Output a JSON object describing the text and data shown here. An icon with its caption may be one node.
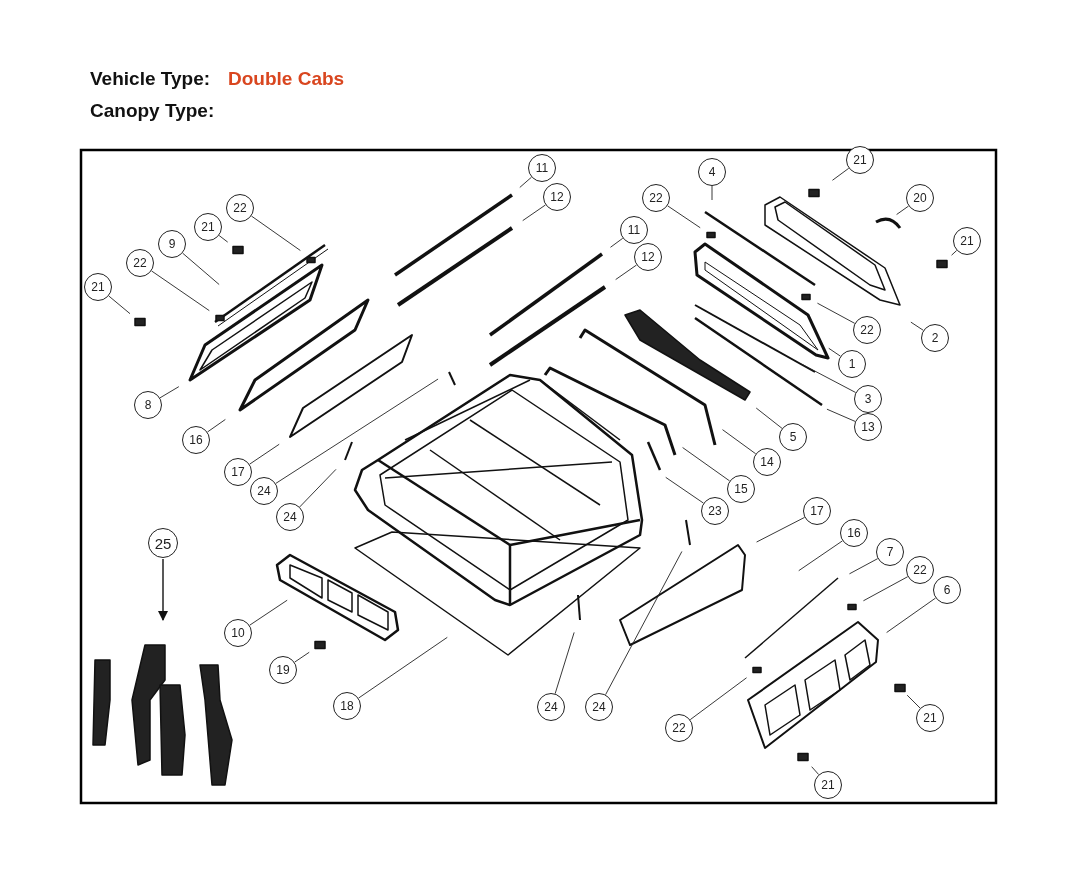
{
  "diagram": {
    "nodes": [
      {
        "text": [
          "11"
        ]
      },
      {
        "text": [
          "12"
        ]
      },
      {
        "text": [
          "4"
        ]
      },
      {
        "text": [
          "21"
        ]
      },
      {
        "text": [
          "22"
        ]
      },
      {
        "text": [
          "20"
        ]
      },
      {
        "text": [
          "22"
        ]
      },
      {
        "text": [
          "21"
        ]
      },
      {
        "text": [
          "11"
        ]
      },
      {
        "text": [
          "9"
        ]
      },
      {
        "text": [
          "21"
        ]
      },
      {
        "text": [
          "12"
        ]
      },
      {
        "text": [
          "22"
        ]
      },
      {
        "text": [
          "21"
        ]
      },
      {
        "text": [
          "22"
        ]
      },
      {
        "text": [
          "2"
        ]
      },
      {
        "text": [
          "1"
        ]
      },
      {
        "text": [
          "3"
        ]
      },
      {
        "text": [
          "8"
        ]
      },
      {
        "text": [
          "13"
        ]
      },
      {
        "text": [
          "5"
        ]
      },
      {
        "text": [
          "16"
        ]
      },
      {
        "text": [
          "14"
        ]
      },
      {
        "text": [
          "17"
        ]
      },
      {
        "text": [
          "15"
        ]
      },
      {
        "text": [
          "24"
        ]
      },
      {
        "text": [
          "24"
        ]
      },
      {
        "text": [
          "23"
        ]
      },
      {
        "text": [
          "17"
        ]
      },
      {
        "text": [
          "16"
        ]
      },
      {
        "text": [
          "25"
        ]
      },
      {
        "text": [
          "7"
        ]
      },
      {
        "text": [
          "22"
        ]
      },
      {
        "text": [
          "6"
        ]
      },
      {
        "text": [
          "10"
        ]
      },
      {
        "text": [
          "19"
        ]
      },
      {
        "text": [
          "18"
        ]
      },
      {
        "text": [
          "24"
        ]
      },
      {
        "text": [
          "24"
        ]
      },
      {
        "text": [
          "21"
        ]
      },
      {
        "text": [
          "22"
        ]
      },
      {
        "text": [
          "21"
        ]
      }
    ],
    "edges": [
      {
        "from": 0,
        "to": null,
        "arrow": "none"
      },
      {
        "from": 1,
        "to": null,
        "arrow": "none"
      },
      {
        "from": 2,
        "to": null,
        "arrow": "none"
      },
      {
        "from": 3,
        "to": null,
        "arrow": "none"
      },
      {
        "from": 4,
        "to": null,
        "arrow": "none"
      },
      {
        "from": 5,
        "to": null,
        "arrow": "none"
      },
      {
        "from": 6,
        "to": null,
        "arrow": "none"
      },
      {
        "from": 7,
        "to": null,
        "arrow": "none"
      },
      {
        "from": 8,
        "to": null,
        "arrow": "none"
      },
      {
        "from": 9,
        "to": null,
        "arrow": "none"
      },
      {
        "from": 10,
        "to": null,
        "arrow": "none"
      },
      {
        "from": 11,
        "to": null,
        "arrow": "none"
      },
      {
        "from": 12,
        "to": null,
        "arrow": "none"
      },
      {
        "from": 13,
        "to": null,
        "arrow": "none"
      },
      {
        "from": 14,
        "to": null,
        "arrow": "none"
      },
      {
        "from": 15,
        "to": null,
        "arrow": "none"
      },
      {
        "from": 16,
        "to": null,
        "arrow": "none"
      },
      {
        "from": 17,
        "to": null,
        "arrow": "none"
      },
      {
        "from": 18,
        "to": null,
        "arrow": "none"
      },
      {
        "from": 19,
        "to": null,
        "arrow": "none"
      },
      {
        "from": 20,
        "to": null,
        "arrow": "none"
      },
      {
        "from": 21,
        "to": null,
        "arrow": "none"
      },
      {
        "from": 22,
        "to": null,
        "arrow": "none"
      },
      {
        "from": 23,
        "to": null,
        "arrow": "none"
      },
      {
        "from": 24,
        "to": null,
        "arrow": "none"
      },
      {
        "from": 25,
        "to": null,
        "arrow": "none"
      },
      {
        "from": 26,
        "to": null,
        "arrow": "none"
      },
      {
        "from": 27,
        "to": null,
        "arrow": "none"
      },
      {
        "from": 28,
        "to": null,
        "arrow": "none"
      },
      {
        "from": 29,
        "to": null,
        "arrow": "none"
      },
      {
        "from": 30,
        "to": null,
        "arrow": "to"
      },
      {
        "from": 31,
        "to": null,
        "arrow": "none"
      },
      {
        "from": 32,
        "to": null,
        "arrow": "none"
      },
      {
        "from": 33,
        "to": null,
        "arrow": "none"
      },
      {
        "from": 34,
        "to": null,
        "arrow": "none"
      },
      {
        "from": 35,
        "to": null,
        "arrow": "none"
      },
      {
        "from": 36,
        "to": null,
        "arrow": "none"
      },
      {
        "from": 37,
        "to": null,
        "arrow": "none"
      },
      {
        "from": 38,
        "to": null,
        "arrow": "none"
      },
      {
        "from": 39,
        "to": null,
        "arrow": "none"
      },
      {
        "from": 40,
        "to": null,
        "arrow": "none"
      },
      {
        "from": 41,
        "to": null,
        "arrow": "none"
      }
    ],
    "labels": [
      "Vehicle Type:",
      "Double Cabs",
      "Canopy Type:"
    ]
  }
}
